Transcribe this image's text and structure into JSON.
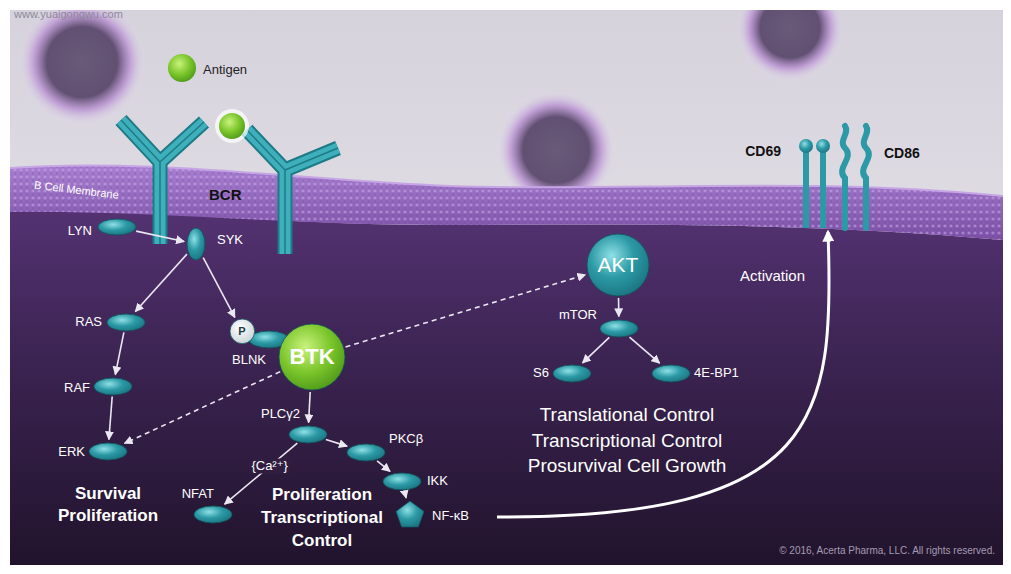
{
  "diagram": {
    "nodes": [
      {
        "text": [
          "LYN"
        ]
      },
      {
        "text": [
          "SYK"
        ]
      },
      {
        "text": [
          "RAS"
        ]
      },
      {
        "text": [
          "P"
        ]
      },
      {
        "text": [
          "BLNK"
        ]
      },
      {
        "text": [
          "BTK"
        ]
      },
      {
        "text": [
          "RAF"
        ]
      },
      {
        "text": [
          "ERK"
        ]
      },
      {
        "text": [
          "PLCγ2"
        ]
      },
      {
        "text": [
          "PKCβ"
        ]
      },
      {
        "text": [
          "NFAT"
        ]
      },
      {
        "text": [
          "IKK"
        ]
      },
      {
        "text": [
          "NF-κB"
        ]
      },
      {
        "text": [
          "AKT"
        ]
      },
      {
        "text": [
          "mTOR"
        ]
      },
      {
        "text": [
          "S6"
        ]
      },
      {
        "text": [
          "4E-BP1"
        ]
      }
    ],
    "edges": [
      {
        "from": 0,
        "to": 1,
        "arrow": "to"
      },
      {
        "from": 1,
        "to": 2,
        "arrow": "to"
      },
      {
        "from": 1,
        "to": 3,
        "arrow": "to"
      },
      {
        "from": 2,
        "to": 6,
        "arrow": "to"
      },
      {
        "from": 6,
        "to": 7,
        "arrow": "to"
      },
      {
        "from": 5,
        "to": 7,
        "arrow": "to"
      },
      {
        "from": 5,
        "to": 13,
        "arrow": "to"
      },
      {
        "from": 5,
        "to": 8,
        "arrow": "to"
      },
      {
        "from": 8,
        "to": 9,
        "arrow": "to"
      },
      {
        "from": 8,
        "to": 10,
        "label": "{Ca²⁺}",
        "arrow": "to"
      },
      {
        "from": 9,
        "to": 11,
        "arrow": "to"
      },
      {
        "from": 11,
        "to": 12,
        "arrow": "to"
      },
      {
        "from": 13,
        "to": 14,
        "arrow": "to"
      },
      {
        "from": 14,
        "to": 15,
        "arrow": "to"
      },
      {
        "from": 14,
        "to": 16,
        "arrow": "to"
      }
    ],
    "labels": [
      "www.yuaigongwu.com",
      "Antigen",
      "BCR",
      "B Cell Membrane",
      "CD69",
      "CD86",
      "Activation",
      "Survival Proliferation",
      "Proliferation Transcriptional Control",
      "Translational Control Transcriptional Control Prosurvival Cell Growth",
      "© 2016, Acerta Pharma, LLC. All rights reserved."
    ]
  }
}
